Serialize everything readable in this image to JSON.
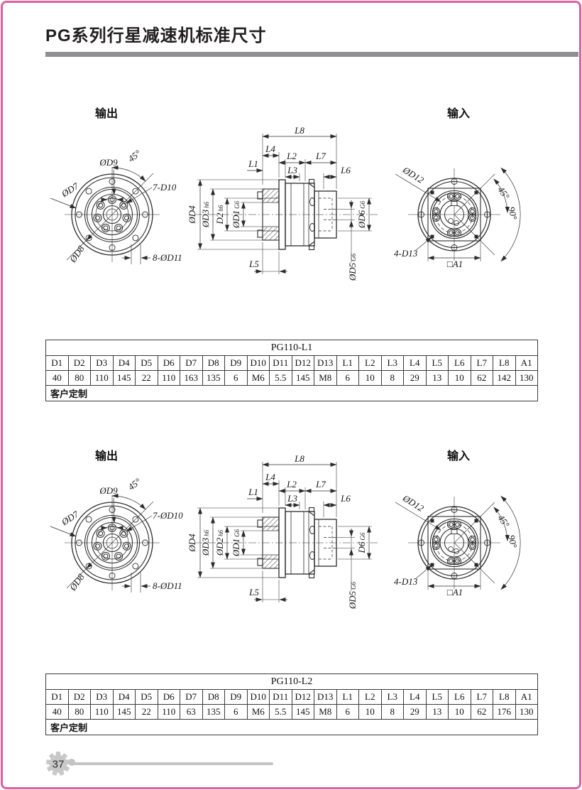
{
  "page": {
    "title": "PG系列行星减速机标准尺寸",
    "page_number": "37"
  },
  "colors": {
    "frame_pink": "#e0609e",
    "title_bar_gray": "#8f8f93",
    "drawing_line": "#2b2b2b",
    "footer_gray": "#c4c4c4"
  },
  "sections": [
    {
      "output_label": "输出",
      "input_label": "输入",
      "drawing_labels": {
        "output_view": {
          "d9": "ØD9",
          "angle45": "45°",
          "d7": "ØD7",
          "d10": "7-D10",
          "d8": "ØD8",
          "d11": "8-ØD11"
        },
        "section_view": {
          "l1": "L1",
          "l2": "L2",
          "l3": "L3",
          "l4": "L4",
          "l5": "L5",
          "l6": "L6",
          "l7": "L7",
          "l8": "L8",
          "d4": "ØD4",
          "d3": "ØD3",
          "d3_fit": "h6",
          "d2": "D2",
          "d2_fit": "h6",
          "d1": "ØD1",
          "d1_fit": "G6",
          "d6": "ØD6",
          "d6_fit": "G6",
          "d5": "ØD5",
          "d5_fit": "G6"
        },
        "input_view": {
          "d12": "ØD12",
          "angle45": "45°",
          "angle90": "90°",
          "d13": "4-D13",
          "a1": "□A1"
        }
      },
      "table": {
        "title": "PG110-L1",
        "headers": [
          "D1",
          "D2",
          "D3",
          "D4",
          "D5",
          "D6",
          "D7",
          "D8",
          "D9",
          "D10",
          "D11",
          "D12",
          "D13",
          "L1",
          "L2",
          "L3",
          "L4",
          "L5",
          "L6",
          "L7",
          "L8",
          "A1"
        ],
        "values": [
          "40",
          "80",
          "110",
          "145",
          "22",
          "110",
          "163",
          "135",
          "6",
          "M6",
          "5.5",
          "145",
          "M8",
          "6",
          "10",
          "8",
          "29",
          "13",
          "10",
          "62",
          "142",
          "130"
        ],
        "footer_note": "客户定制"
      }
    },
    {
      "output_label": "输出",
      "input_label": "输入",
      "drawing_labels": {
        "output_view": {
          "d9": "ØD9",
          "angle45": "45°",
          "d7": "ØD7",
          "d10": "7-ØD10",
          "d8": "ØD8",
          "d11": "8-ØD11"
        },
        "section_view": {
          "l1": "L1",
          "l2": "L2",
          "l3": "L3",
          "l4": "L4",
          "l5": "L5",
          "l6": "L6",
          "l7": "L7",
          "l8": "L8",
          "d4": "ØD4",
          "d3": "ØD3",
          "d3_fit": "h6",
          "d2": "ØD2",
          "d2_fit": "h6",
          "d1": "ØD1",
          "d1_fit": "G6",
          "d6": "D6",
          "d6_fit": "G6",
          "d5": "ØD5",
          "d5_fit": "G6"
        },
        "input_view": {
          "d12": "ØD12",
          "angle45": "45°",
          "angle90": "90°",
          "d13": "4-D13",
          "a1": "□A1"
        }
      },
      "table": {
        "title": "PG110-L2",
        "headers": [
          "D1",
          "D2",
          "D3",
          "D4",
          "D5",
          "D6",
          "D7",
          "D8",
          "D9",
          "D10",
          "D11",
          "D12",
          "D13",
          "L1",
          "L2",
          "L3",
          "L4",
          "L5",
          "L6",
          "L7",
          "L8",
          "A1"
        ],
        "values": [
          "40",
          "80",
          "110",
          "145",
          "22",
          "110",
          "63",
          "135",
          "6",
          "M6",
          "5.5",
          "145",
          "M8",
          "6",
          "10",
          "8",
          "29",
          "13",
          "10",
          "62",
          "176",
          "130"
        ],
        "footer_note": "客户定制"
      }
    }
  ]
}
